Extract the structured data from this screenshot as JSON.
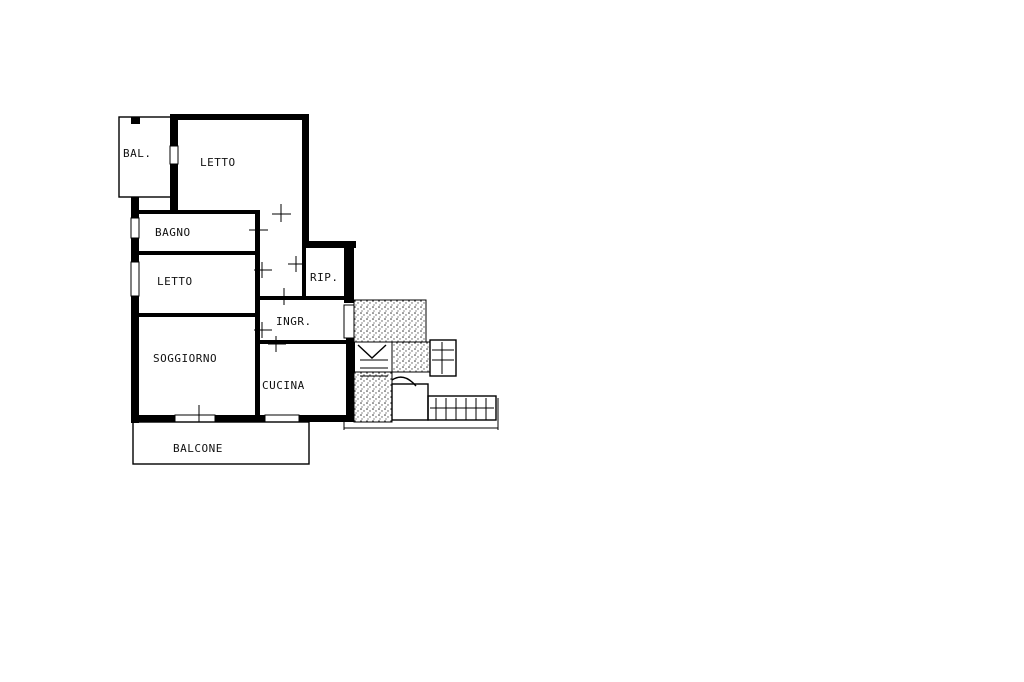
{
  "plan": {
    "rooms": {
      "bal": "BAL.",
      "letto_top": "LETTO",
      "bagno": "BAGNO",
      "letto_mid": "LETTO",
      "rip": "RIP.",
      "ingr": "INGR.",
      "soggiorno": "SOGGIORNO",
      "cucina": "CUCINA",
      "balcone": "BALCONE"
    }
  }
}
